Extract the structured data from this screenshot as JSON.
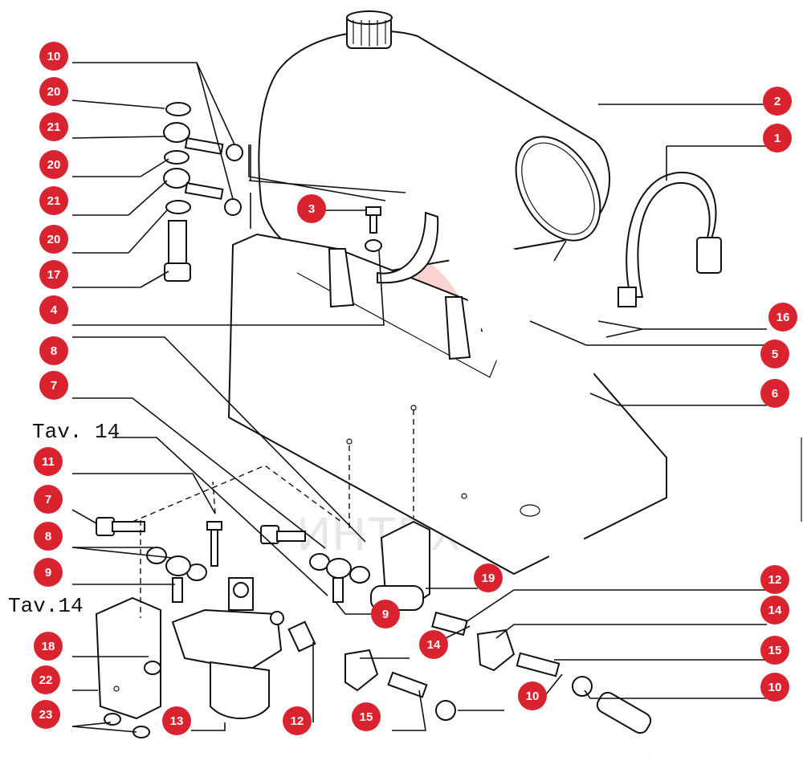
{
  "watermark": {
    "text": "ИНТЕХ",
    "logo": "gear-logo",
    "color": "#f08080"
  },
  "callout_color": "#d9232e",
  "references": {
    "tav_upper": "Tav. 14",
    "tav_lower": "Tav.14"
  },
  "callouts": {
    "c10a": "10",
    "c20a": "20",
    "c21a": "21",
    "c20b": "20",
    "c21b": "21",
    "c20c": "20",
    "c17": "17",
    "c4": "4",
    "c8a": "8",
    "c7a": "7",
    "c11": "11",
    "c7b": "7",
    "c8b": "8",
    "c9a": "9",
    "c18": "18",
    "c22": "22",
    "c23": "23",
    "c13": "13",
    "c12a": "12",
    "c15a": "15",
    "c9b": "9",
    "c14a": "14",
    "c10b": "10",
    "c19": "19",
    "c2": "2",
    "c1": "1",
    "c3": "3",
    "c16": "16",
    "c5": "5",
    "c6": "6",
    "c12b": "12",
    "c14b": "14",
    "c15b": "15",
    "c10c": "10"
  }
}
